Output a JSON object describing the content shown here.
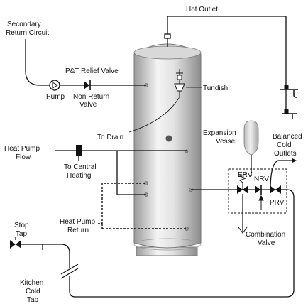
{
  "labels": {
    "hot_outlet": "Hot Outlet",
    "secondary_return_1": "Secondary",
    "secondary_return_2": "Return Circuit",
    "pt_relief_valve": "P&T Relief Valve",
    "pump": "Pump",
    "non_return_1": "Non Return",
    "non_return_2": "Valve",
    "tundish": "Tundish",
    "to_drain": "To Drain",
    "expansion_1": "Expansion",
    "expansion_2": "Vessel",
    "balanced_1": "Balanced",
    "balanced_2": "Cold",
    "balanced_3": "Outlets",
    "heat_pump_flow_1": "Heat Pump",
    "heat_pump_flow_2": "Flow",
    "central_heating_1": "To Central",
    "central_heating_2": "Heating",
    "erv": "ERV",
    "nrv": "NRV",
    "prv": "PRV",
    "stop_tap_1": "Stop",
    "stop_tap_2": "Tap",
    "heat_pump_return_1": "Heat Pump",
    "heat_pump_return_2": "Return",
    "combination_1": "Combination",
    "combination_2": "Valve",
    "kitchen_1": "Kitchen",
    "kitchen_2": "Cold",
    "kitchen_3": "Tap"
  },
  "colors": {
    "line": "#111111",
    "tank_light": "#f2f2f2",
    "tank_dark": "#8a8a8a",
    "vessel": "#d4d4d4"
  }
}
